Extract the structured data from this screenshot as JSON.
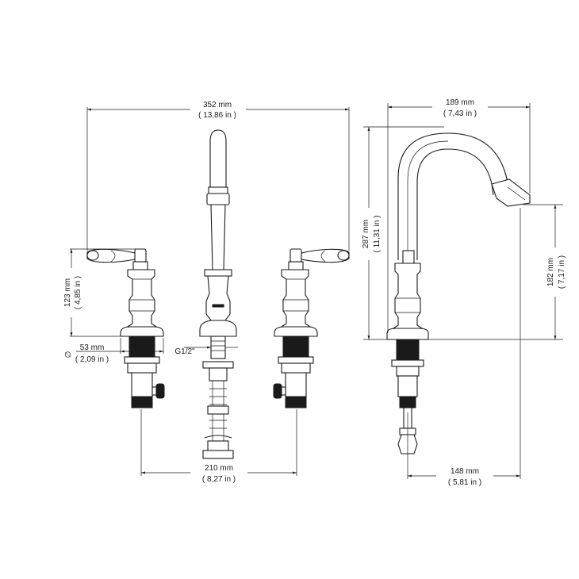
{
  "dimensions": {
    "overall_width": {
      "metric": "352 mm",
      "imperial": "( 13,86 in )"
    },
    "handle_height": {
      "metric": "123 mm",
      "imperial": "( 4,85 in )"
    },
    "base_diameter": {
      "symbol": "∅",
      "metric": "53 mm",
      "imperial": "( 2,09 in )"
    },
    "thread": {
      "label": "G1/2\""
    },
    "center_distance": {
      "metric": "210 mm",
      "imperial": "( 8,27 in )"
    },
    "side_width": {
      "metric": "189 mm",
      "imperial": "( 7,43 in )"
    },
    "total_height": {
      "metric": "287 mm",
      "imperial": "( 11,31 in )"
    },
    "spout_height": {
      "metric": "182 mm",
      "imperial": "( 7,17 in )"
    },
    "spout_reach": {
      "metric": "148 mm",
      "imperial": "( 5,81 in )"
    }
  }
}
